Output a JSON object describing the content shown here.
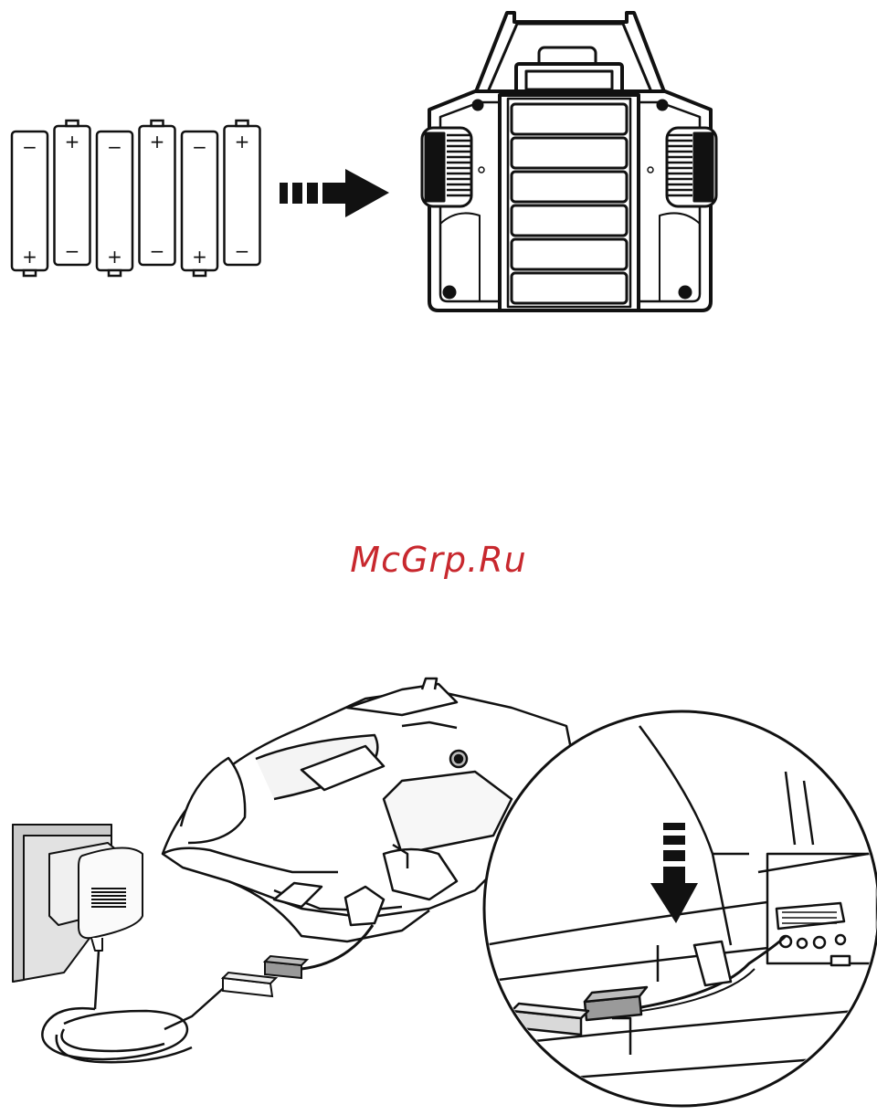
{
  "watermark": {
    "text": "McGrp.Ru",
    "color": "#c8282e"
  },
  "batteries": {
    "count": 6,
    "items": [
      {
        "top_symbol": "−",
        "bottom_symbol": "+"
      },
      {
        "top_symbol": "+",
        "bottom_symbol": "−"
      },
      {
        "top_symbol": "−",
        "bottom_symbol": "+"
      },
      {
        "top_symbol": "+",
        "bottom_symbol": "−"
      },
      {
        "top_symbol": "−",
        "bottom_symbol": "+"
      },
      {
        "top_symbol": "+",
        "bottom_symbol": "−"
      }
    ]
  },
  "icons": {
    "insert_arrow": "right-arrow-icon",
    "transmitter": "transmitter-back-icon",
    "wall_adapter": "wall-adapter-icon",
    "helicopter": "helicopter-icon",
    "connect_arrow": "down-arrow-icon",
    "detail_magnifier": "zoom-detail-circle"
  }
}
